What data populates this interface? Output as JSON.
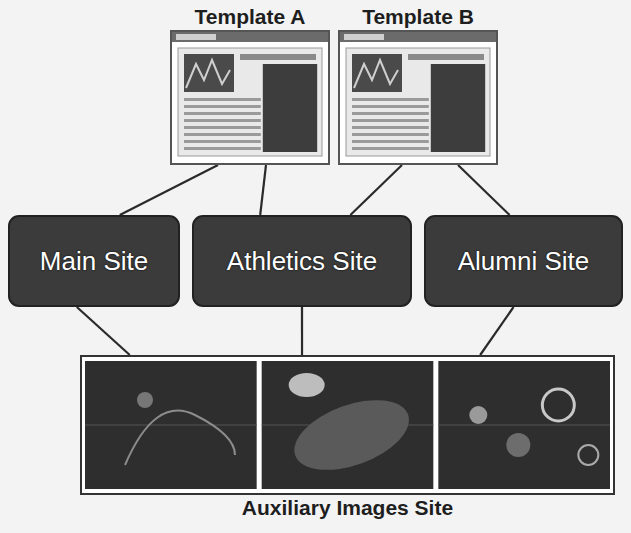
{
  "diagram": {
    "nodes": [
      {
        "text": [
          "Template A"
        ]
      },
      {
        "text": [
          "Template B"
        ]
      },
      {
        "text": [
          "Main Site"
        ]
      },
      {
        "text": [
          "Athletics Site"
        ]
      },
      {
        "text": [
          "Alumni Site"
        ]
      },
      {
        "text": [
          "Auxiliary Images Site"
        ]
      }
    ],
    "edges": [
      {
        "from": 0,
        "to": 2,
        "arrow": "none"
      },
      {
        "from": 0,
        "to": 3,
        "arrow": "none"
      },
      {
        "from": 1,
        "to": 3,
        "arrow": "none"
      },
      {
        "from": 1,
        "to": 4,
        "arrow": "none"
      },
      {
        "from": 2,
        "to": 5,
        "arrow": "none"
      },
      {
        "from": 3,
        "to": 5,
        "arrow": "none"
      },
      {
        "from": 4,
        "to": 5,
        "arrow": "none"
      }
    ]
  }
}
